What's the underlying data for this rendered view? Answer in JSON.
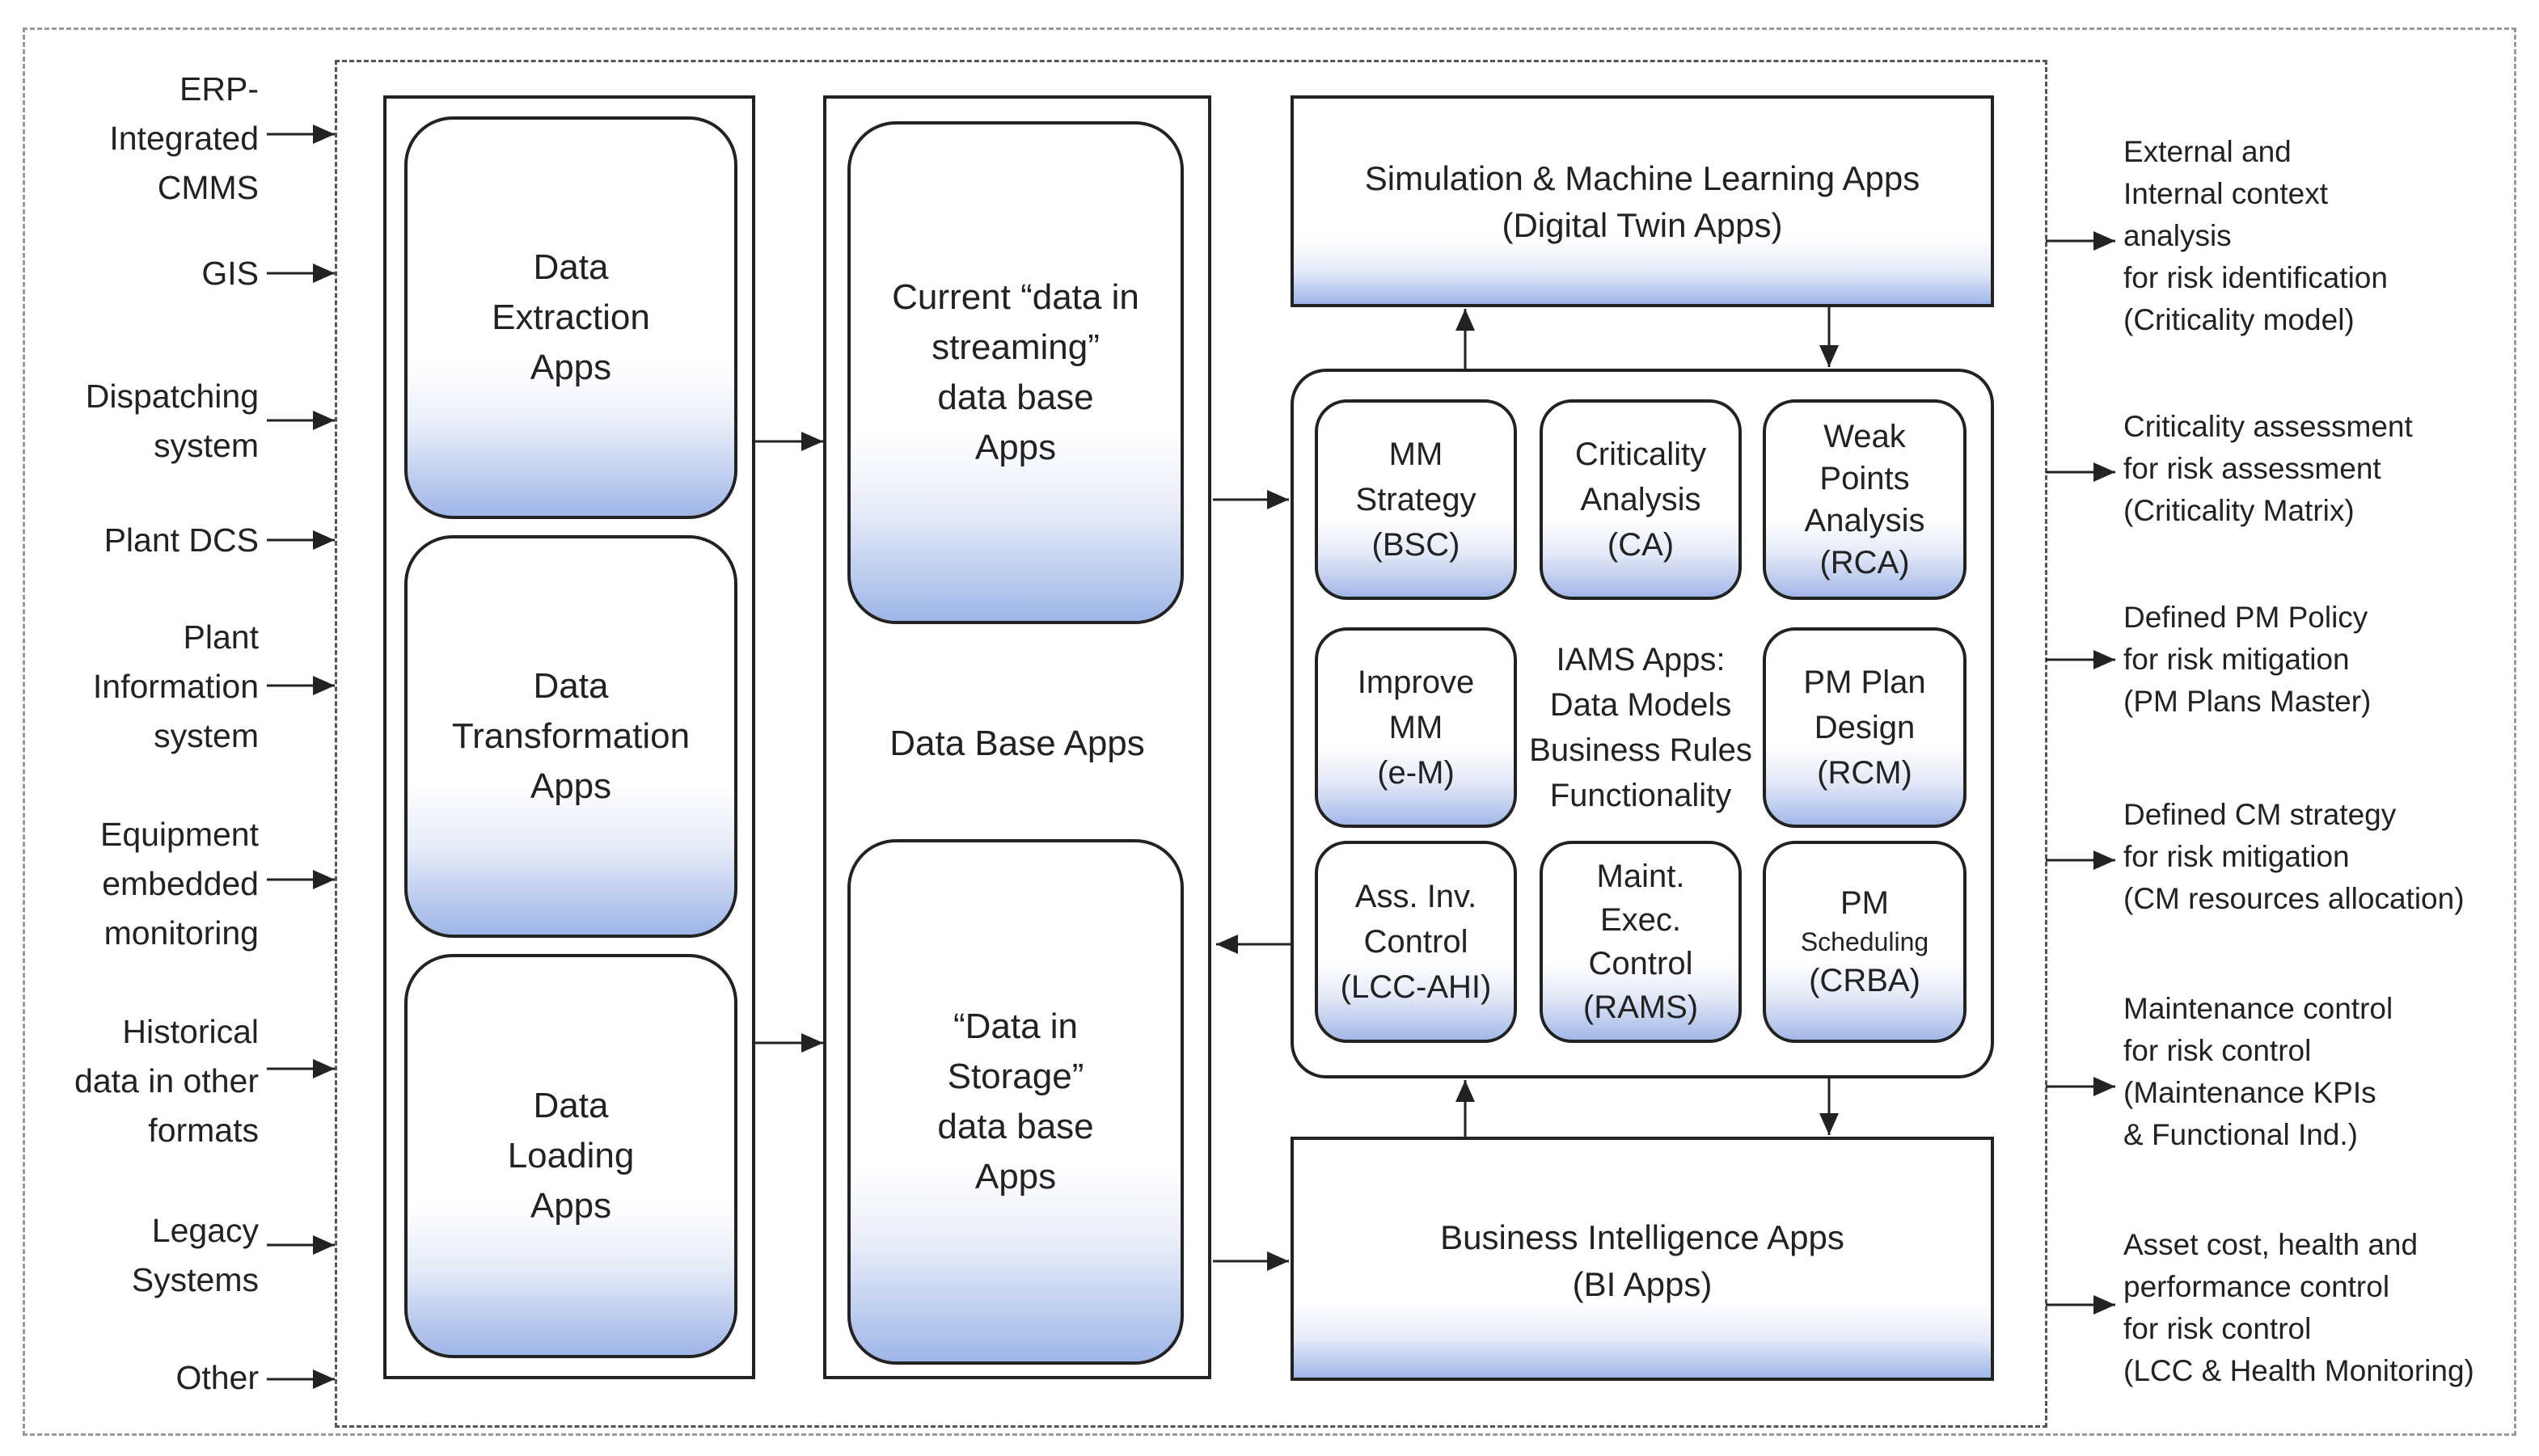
{
  "inputs": [
    {
      "label": "ERP-\nIntegrated\nCMMS"
    },
    {
      "label": "GIS"
    },
    {
      "label": "Dispatching\nsystem"
    },
    {
      "label": "Plant DCS"
    },
    {
      "label": "Plant\nInformation\nsystem"
    },
    {
      "label": "Equipment\nembedded\nmonitoring"
    },
    {
      "label": "Historical\ndata in other\nformats"
    },
    {
      "label": "Legacy\nSystems"
    },
    {
      "label": "Other"
    }
  ],
  "etl": {
    "extraction": "Data\nExtraction\nApps",
    "transformation": "Data\nTransformation\nApps",
    "loading": "Data\nLoading\nApps"
  },
  "database": {
    "streaming": "Current “data in\nstreaming”\ndata base\nApps",
    "title": "Data Base Apps",
    "storage": "“Data in\nStorage”\ndata base\nApps"
  },
  "simulation": {
    "line1": "Simulation & Machine Learning Apps",
    "line2": "(Digital Twin Apps)"
  },
  "bi": {
    "line1": "Business Intelligence Apps",
    "line2": "(BI Apps)"
  },
  "iams": {
    "center": "IAMS Apps:\nData Models\nBusiness Rules\nFunctionality",
    "mm_strategy": "MM\nStrategy\n(BSC)",
    "criticality": "Criticality\nAnalysis\n(CA)",
    "weak_points": "Weak\nPoints\nAnalysis\n(RCA)",
    "improve_mm": "Improve\nMM\n(e-M)",
    "pm_plan": "PM Plan\nDesign\n(RCM)",
    "ass_inv": "Ass. Inv.\nControl\n(LCC-AHI)",
    "maint_exec": "Maint.\nExec.\nControl\n(RAMS)",
    "pm_sched_1": "PM",
    "pm_sched_2": "Scheduling",
    "pm_sched_3": "(CRBA)"
  },
  "outputs": [
    {
      "label": "External and\nInternal context\nanalysis\nfor risk identification\n(Criticality model)"
    },
    {
      "label": "Criticality assessment\nfor risk assessment\n(Criticality Matrix)"
    },
    {
      "label": "Defined PM Policy\nfor risk mitigation\n(PM Plans Master)"
    },
    {
      "label": "Defined CM strategy\nfor risk mitigation\n(CM resources allocation)"
    },
    {
      "label": "Maintenance control\nfor risk control\n(Maintenance KPIs\n& Functional Ind.)"
    },
    {
      "label": "Asset cost, health and\nperformance control\nfor risk control\n(LCC & Health Monitoring)"
    }
  ]
}
